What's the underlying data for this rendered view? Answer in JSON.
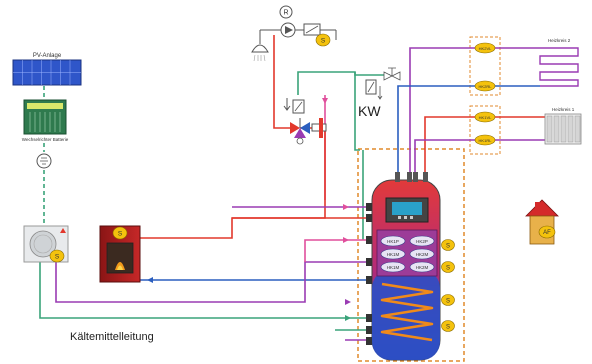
{
  "labels": {
    "pv": "PV-Anlage",
    "inverter": "Wechselrichter Batterie",
    "kw": "KW",
    "heizkreis2": "Heizkreis 2",
    "heizkreis1": "Heizkreis 1",
    "kaeltemittel": "Kältemittelleitung",
    "recirc": "R",
    "af": "AF"
  },
  "sensors": {
    "pump": "S",
    "heatpump": "S",
    "stove": "S",
    "tank1": "S",
    "tank2": "S",
    "tank3": "S",
    "tank4": "S"
  },
  "tank_ports": [
    "HK1P",
    "HK2P",
    "HK1M",
    "HK2M",
    "HK1M",
    "HK2M"
  ],
  "heating_sensors": [
    "HK2VL",
    "HK2RL",
    "HK1VL",
    "HK1RL"
  ],
  "colors": {
    "hot": "#e2382c",
    "cold": "#2b5fbf",
    "mid": "#9a3bb3",
    "pink": "#e04f9c",
    "green": "#3aa37a",
    "sensor": "#f4c20d",
    "tankRed": "#d42a2a",
    "tankBlue": "#2c4fc4",
    "dashed": "#e08a2c"
  }
}
